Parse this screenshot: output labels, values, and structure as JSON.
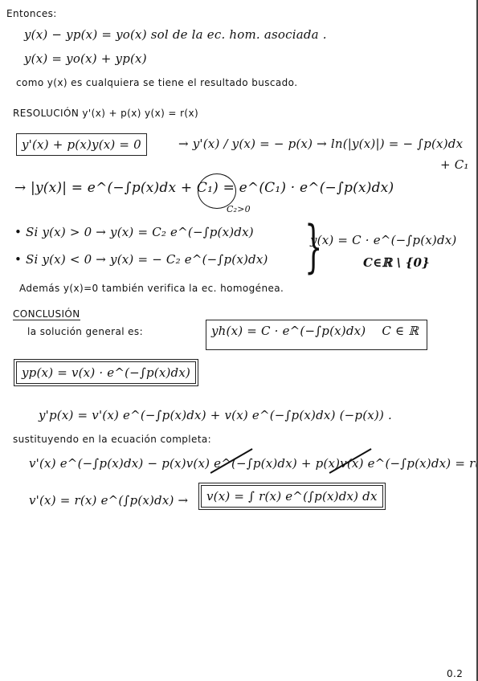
{
  "lines": {
    "entonces": "Entonces:",
    "l1": "y(x) − yp(x) = yo(x) sol de la ec. hom. asociada .",
    "l2": "y(x) = yo(x) + yp(x)",
    "l3": "como y(x) es cualquiera se tiene el resultado buscado.",
    "resolucion": "RESOLUCIÓN  y'(x) + p(x) y(x) = r(x)",
    "hom_eq": "y'(x) + p(x)y(x) = 0",
    "deriv": "→  y'(x) / y(x)  = − p(x)  →  ln(|y(x)|) = − ∫p(x)dx",
    "plus_c1": "+ C₁",
    "abs_y": "→ |y(x)| = e^(−∫p(x)dx + C₁) = e^(C₁) · e^(−∫p(x)dx)",
    "c2_label": "C₂>0",
    "case1": "• Si y(x) > 0  →   y(x) = C₂ e^(−∫p(x)dx)",
    "case2": "• Si y(x) < 0  →   y(x) = − C₂ e^(−∫p(x)dx)",
    "case_result": "y(x) = C · e^(−∫p(x)dx)",
    "c_set": "C∈ℝ \\ {0}",
    "ademas": "Además y(x)=0 también verifica la ec. homogénea.",
    "conclusion": "CONCLUSIÓN",
    "sol_general": "la solución general es:",
    "yh": "yh(x) = C · e^(−∫p(x)dx)",
    "c_in_r": "C ∈ ℝ",
    "yp": "yp(x) = v(x) · e^(−∫p(x)dx)",
    "ypp": "y'p(x) = v'(x) e^(−∫p(x)dx) + v(x) e^(−∫p(x)dx) (−p(x)) .",
    "sustituyendo": "sustituyendo en la ecuación completa:",
    "sub_eq": "v'(x) e^(−∫p(x)dx) − p(x)v(x) e^(−∫p(x)dx) + p(x)v(x) e^(−∫p(x)dx)  = r(x)",
    "final_left": "v'(x) = r(x) e^(∫p(x)dx)  →",
    "final_box": "v(x) = ∫ r(x) e^(∫p(x)dx) dx"
  },
  "page_number": "0.2"
}
